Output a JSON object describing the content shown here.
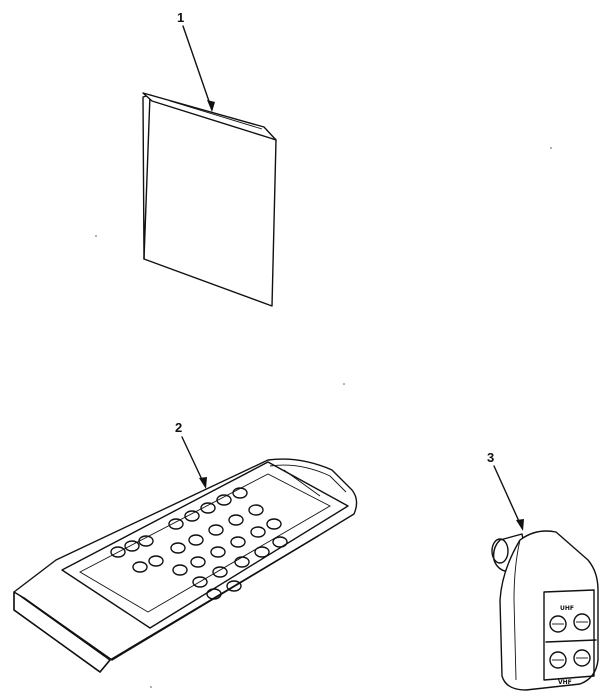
{
  "diagram": {
    "callouts": [
      {
        "id": "1",
        "part": "manual"
      },
      {
        "id": "2",
        "part": "remote-control"
      },
      {
        "id": "3",
        "part": "antenna-adapter"
      }
    ],
    "adapter_labels": {
      "top": "UHF",
      "bottom": "VHF"
    }
  }
}
